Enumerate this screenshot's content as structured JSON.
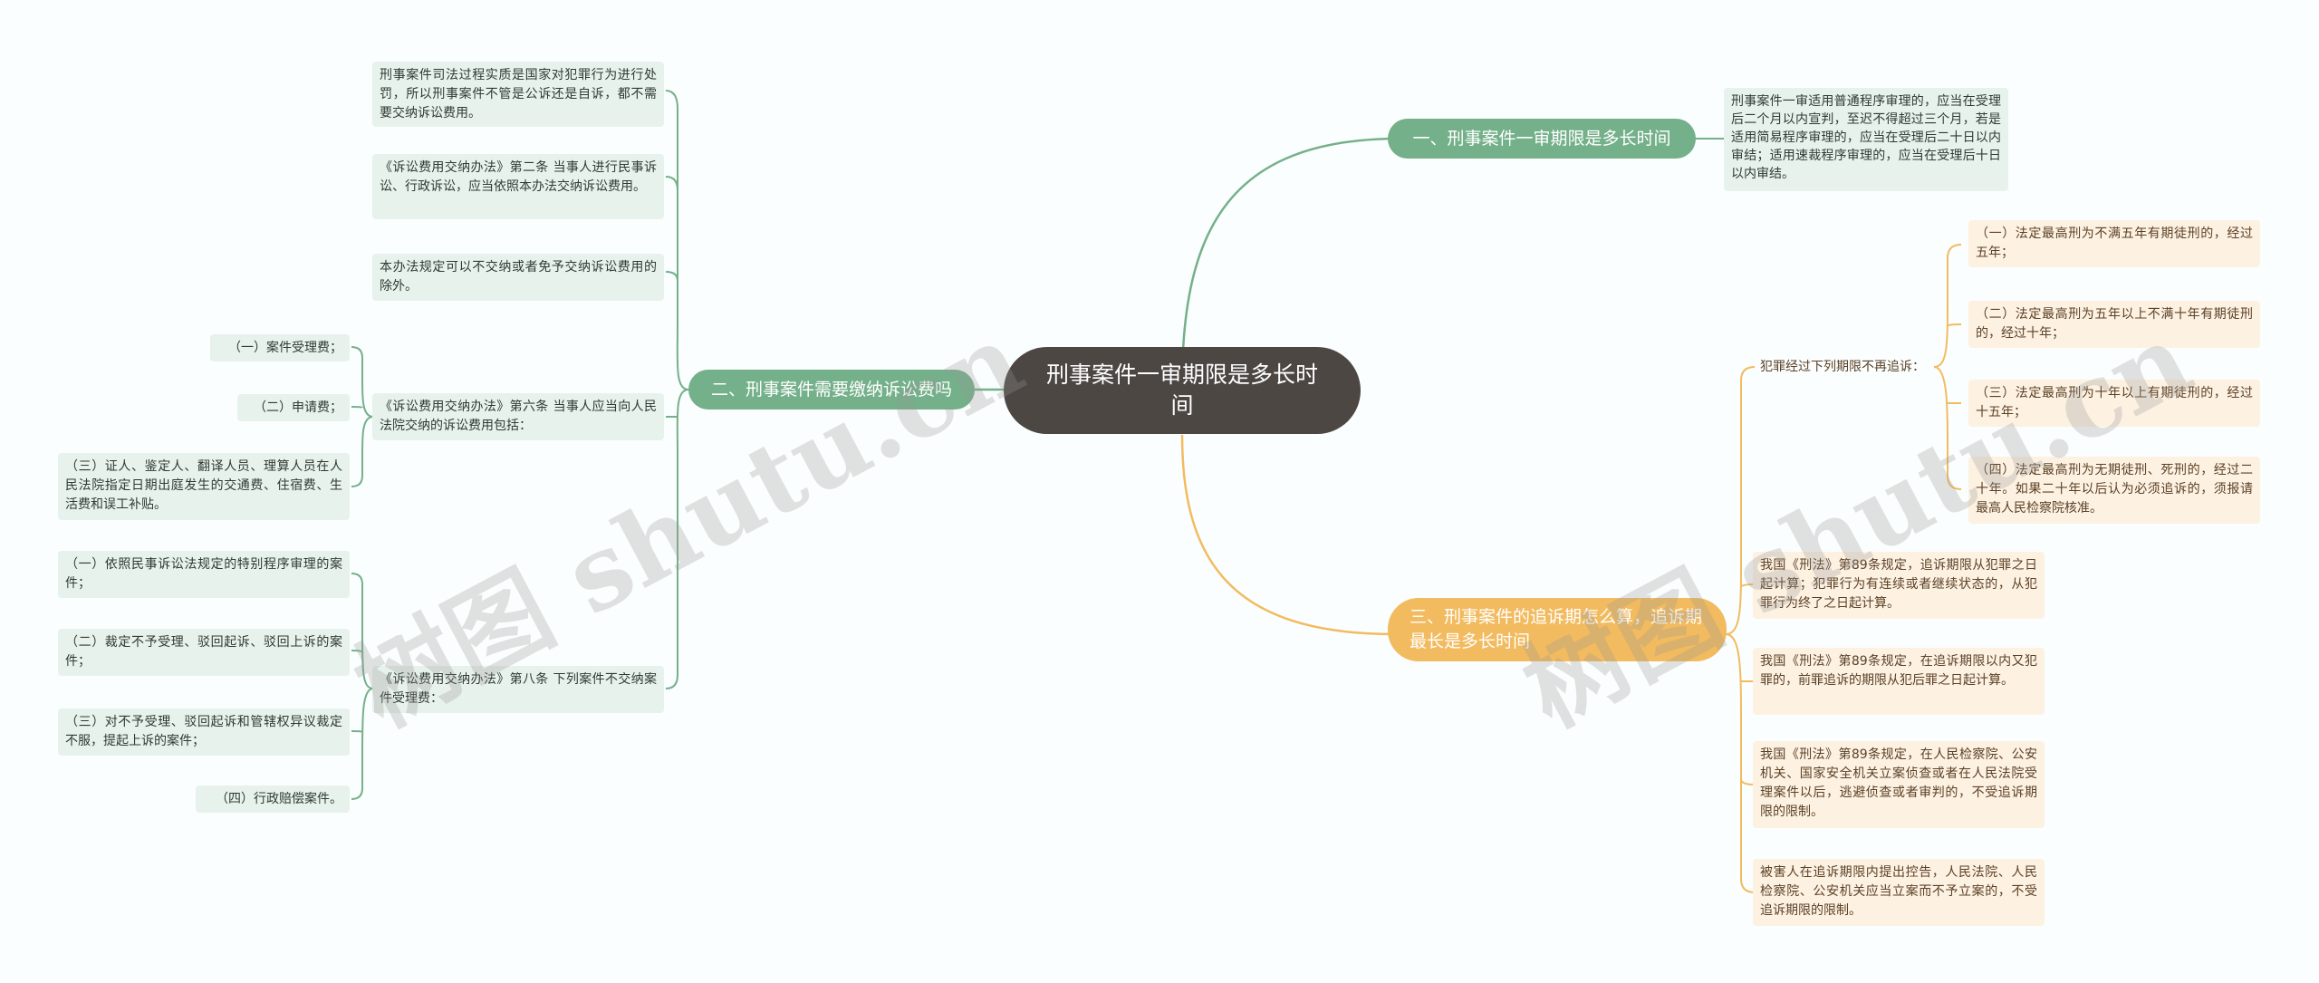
{
  "center": {
    "title": "刑事案件一审期限是多长时间"
  },
  "colors": {
    "green": "#74b08a",
    "orange": "#f2bb5f",
    "center": "#4d4744",
    "green_leaf": "#e8f2ec",
    "orange_leaf": "#fdf1e2"
  },
  "branch1": {
    "label": "一、刑事案件一审期限是多长时间",
    "leaf": "刑事案件一审适用普通程序审理的，应当在受理后二个月以内宣判，至迟不得超过三个月，若是适用简易程序审理的，应当在受理后二十日以内审结；适用速裁程序审理的，应当在受理后十日以内审结。"
  },
  "branch2": {
    "label": "二、刑事案件需要缴纳诉讼费吗",
    "leaves": [
      "刑事案件司法过程实质是国家对犯罪行为进行处罚，所以刑事案件不管是公诉还是自诉，都不需要交纳诉讼费用。",
      "《诉讼费用交纳办法》第二条 当事人进行民事诉讼、行政诉讼，应当依照本办法交纳诉讼费用。",
      "本办法规定可以不交纳或者免予交纳诉讼费用的除外。",
      "《诉讼费用交纳办法》第六条 当事人应当向人民法院交纳的诉讼费用包括：",
      "《诉讼费用交纳办法》第八条 下列案件不交纳案件受理费："
    ],
    "sub6": [
      "（一）案件受理费；",
      "（二）申请费；",
      "（三）证人、鉴定人、翻译人员、理算人员在人民法院指定日期出庭发生的交通费、住宿费、生活费和误工补贴。"
    ],
    "sub8": [
      "（一）依照民事诉讼法规定的特别程序审理的案件；",
      "（二）裁定不予受理、驳回起诉、驳回上诉的案件；",
      "（三）对不予受理、驳回起诉和管辖权异议裁定不服，提起上诉的案件；",
      "（四）行政赔偿案件。"
    ]
  },
  "branch3": {
    "label": "三、刑事案件的追诉期怎么算，追诉期最长是多长时间",
    "sublabel": "犯罪经过下列期限不再追诉：",
    "periods": [
      "（一）法定最高刑为不满五年有期徒刑的，经过五年；",
      "（二）法定最高刑为五年以上不满十年有期徒刑的，经过十年；",
      "（三）法定最高刑为十年以上有期徒刑的，经过十五年；",
      "（四）法定最高刑为无期徒刑、死刑的，经过二十年。如果二十年以后认为必须追诉的，须报请最高人民检察院核准。"
    ],
    "leaves": [
      "我国《刑法》第89条规定，追诉期限从犯罪之日起计算；犯罪行为有连续或者继续状态的，从犯罪行为终了之日起计算。",
      "我国《刑法》第89条规定，在追诉期限以内又犯罪的，前罪追诉的期限从犯后罪之日起计算。",
      "我国《刑法》第89条规定，在人民检察院、公安机关、国家安全机关立案侦查或者在人民法院受理案件以后，逃避侦查或者审判的，不受追诉期限的限制。",
      "被害人在追诉期限内提出控告，人民法院、人民检察院、公安机关应当立案而不予立案的，不受追诉期限的限制。"
    ]
  },
  "watermark": {
    "left": "树图 shutu.cn",
    "right": "树图 shutu.cn"
  }
}
